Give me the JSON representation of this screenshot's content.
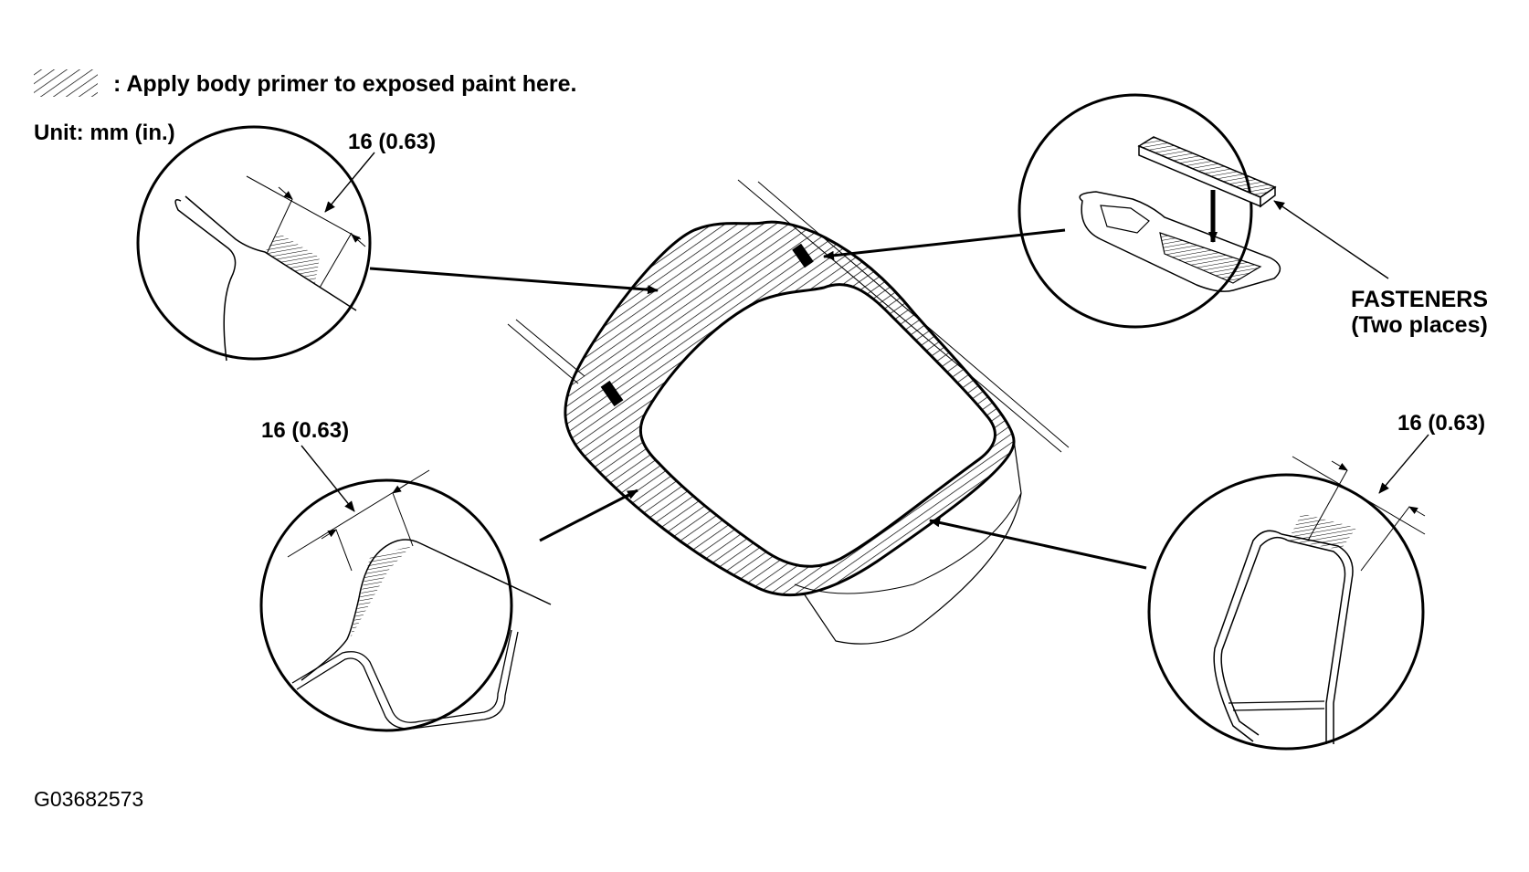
{
  "legend": {
    "text": ": Apply body primer to exposed paint here."
  },
  "unit": "Unit: mm (in.)",
  "dimensions": {
    "top_left": "16 (0.63)",
    "mid_left": "16 (0.63)",
    "right": "16 (0.63)"
  },
  "fasteners": {
    "title": "FASTENERS",
    "subtitle": "(Two places)"
  },
  "figure_id": "G03682573"
}
